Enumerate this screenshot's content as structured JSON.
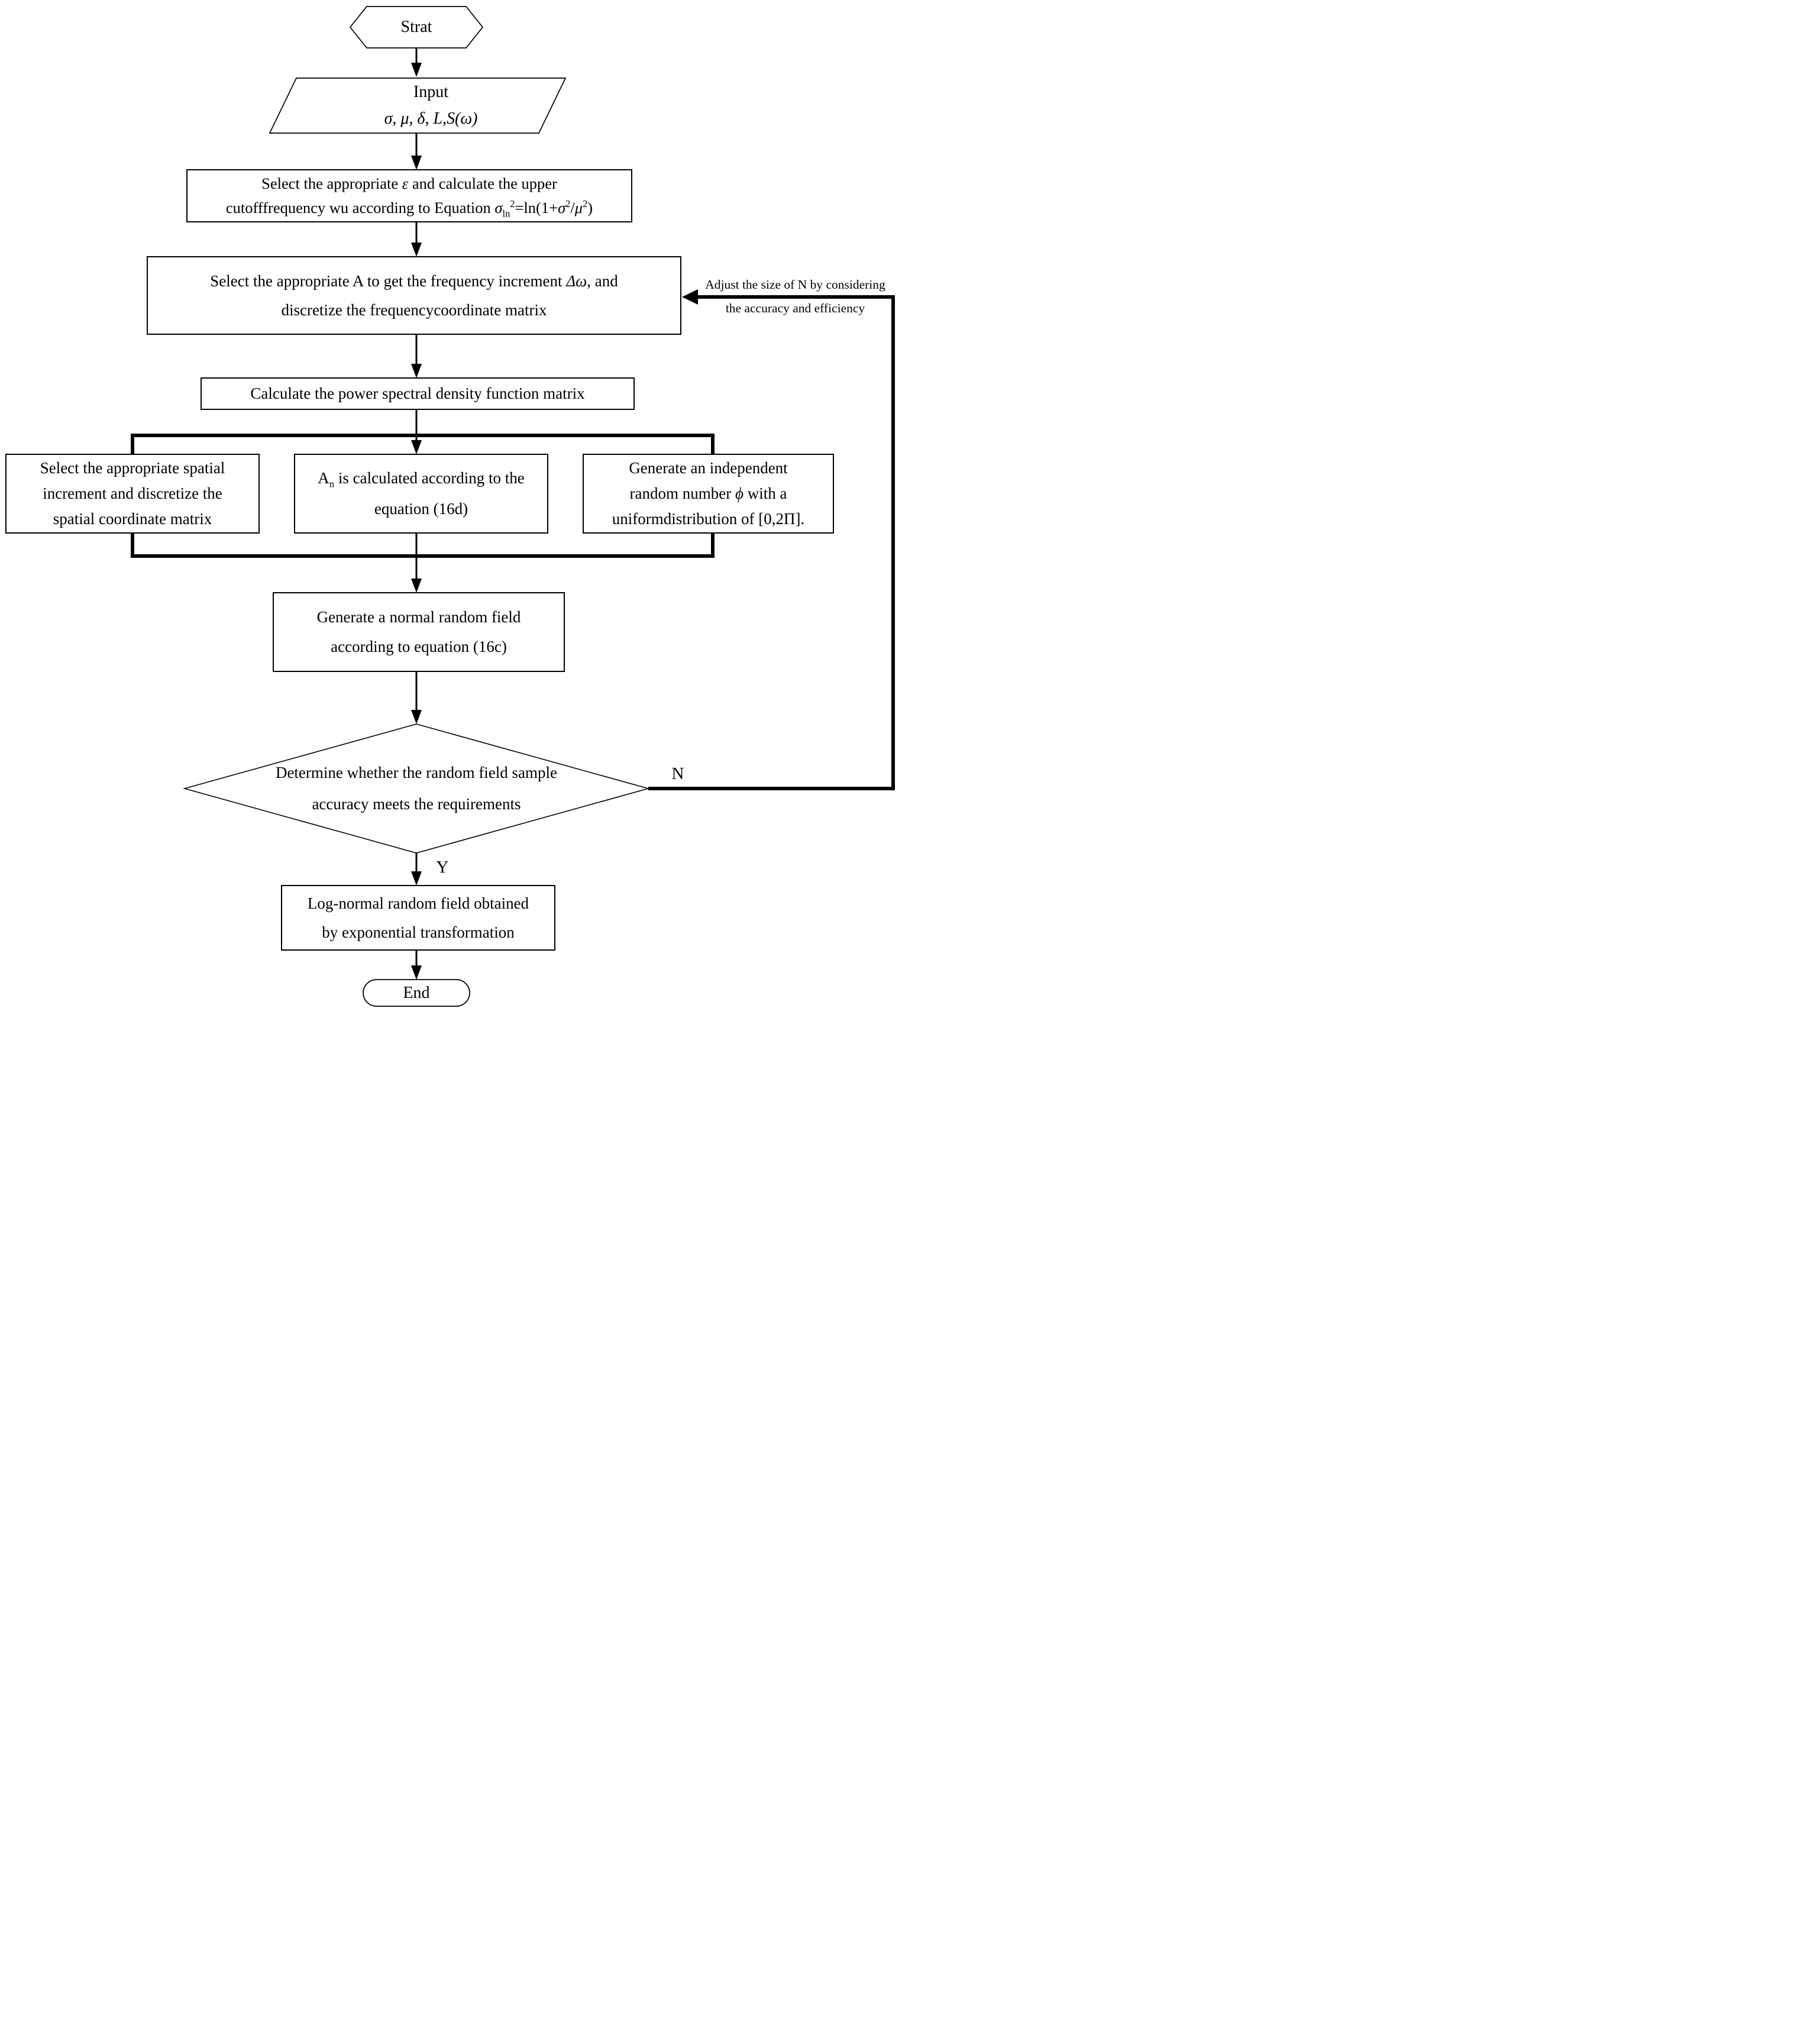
{
  "colors": {
    "ink": "#000000",
    "fill": "#ffffff",
    "background": "#ffffff"
  },
  "nodes": {
    "start": {
      "label": "Strat"
    },
    "input": {
      "line1": "Input",
      "line2": "σ, μ, δ, L,S(ω)"
    },
    "select_epsilon": {
      "l1a": "Select the appropriate ",
      "epsilon": "ε",
      "l1b": " and calculate the upper",
      "l2a": "cutofffrequency wu according to Equation ",
      "sigma1": "σ",
      "sub1": "ln",
      "sup1": "2",
      "l2b": "=ln(1+",
      "sigma2": "σ",
      "sup2": "2",
      "l2c": "/",
      "mu": "μ",
      "sup3": "2",
      "l2d": ")"
    },
    "select_A": {
      "l1a": "Select the appropriate A to get the frequency increment ",
      "delta_omega": "Δω",
      "l1b": ", and",
      "l2": "discretize the frequencycoordinate matrix"
    },
    "psd": {
      "label": "Calculate the power spectral density function matrix"
    },
    "spatial": {
      "l1": "Select the appropriate spatial",
      "l2": "increment and discretize the",
      "l3": "spatial coordinate matrix"
    },
    "an": {
      "a": "A",
      "sub": "n",
      "l1b": " is calculated according to the",
      "l2": "equation (16d)"
    },
    "random_number": {
      "l1": "Generate an independent",
      "l2a": "random number ",
      "phi": "ϕ",
      "l2b": " with a",
      "l3": "uniformdistribution of [0,2Π]."
    },
    "normal_field": {
      "l1": "Generate a normal random field",
      "l2": "according to equation (16c)"
    },
    "decision": {
      "l1": "Determine whether the random field sample",
      "l2": "accuracy meets the requirements"
    },
    "lognormal": {
      "l1": "Log-normal random field obtained",
      "l2": "by exponential transformation"
    },
    "end": {
      "label": "End"
    }
  },
  "edge_labels": {
    "no": "N",
    "yes": "Y",
    "feedback_line1": "Adjust the size of N by considering",
    "feedback_line2": "the accuracy and efficiency"
  }
}
